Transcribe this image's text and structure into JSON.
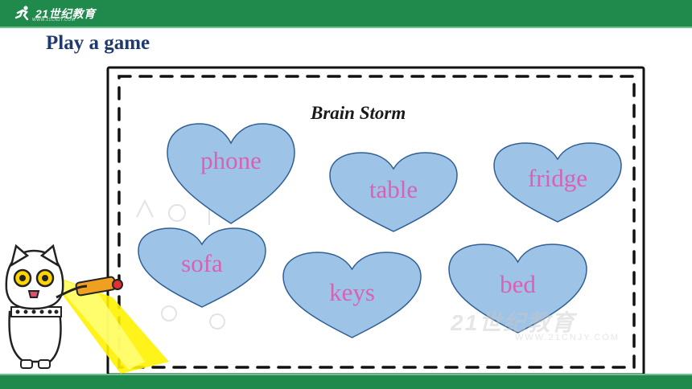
{
  "header": {
    "logo_text": "21世纪教育",
    "logo_sub": "WWW.21CNJY.COM",
    "brand_color": "#1f8a4c"
  },
  "slide": {
    "title": "Play a game"
  },
  "board": {
    "title": "Brain Storm",
    "heart_color": "#9dc3e6",
    "word_color": "#d861b4",
    "words": [
      "phone",
      "table",
      "fridge",
      "sofa",
      "keys",
      "bed"
    ]
  },
  "watermark": {
    "text": "21世纪教育",
    "sub": "WWW.21CNJY.COM"
  },
  "icons": [
    "running-figure-logo-icon",
    "cat-mascot-with-flashlight-icon"
  ]
}
